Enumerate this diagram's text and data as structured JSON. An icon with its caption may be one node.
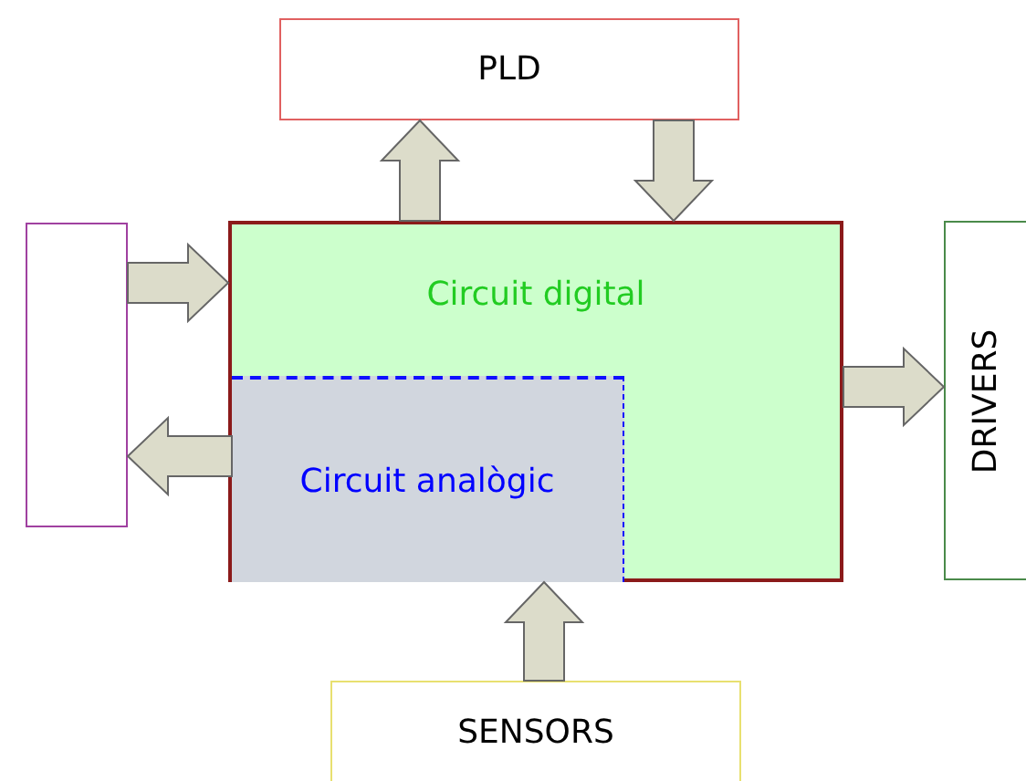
{
  "diagram": {
    "nodes": [
      {
        "text": [
          "PLD"
        ]
      },
      {
        "text": [],
        "shape": "box"
      },
      {
        "text": [
          "Circuit digital"
        ]
      },
      {
        "text": [
          "Circuit analògic"
        ],
        "in": 2
      },
      {
        "text": [
          "DRIVERS"
        ]
      },
      {
        "text": [
          "SENSORS"
        ]
      }
    ],
    "edges": [
      {
        "from": 2,
        "to": 0,
        "arrow": "to"
      },
      {
        "from": 0,
        "to": 2,
        "arrow": "to"
      },
      {
        "from": 1,
        "to": 2,
        "arrow": "to"
      },
      {
        "from": 3,
        "to": 1,
        "arrow": "to"
      },
      {
        "from": 2,
        "to": 4,
        "arrow": "to"
      },
      {
        "from": 5,
        "to": 3,
        "arrow": "to"
      }
    ]
  }
}
